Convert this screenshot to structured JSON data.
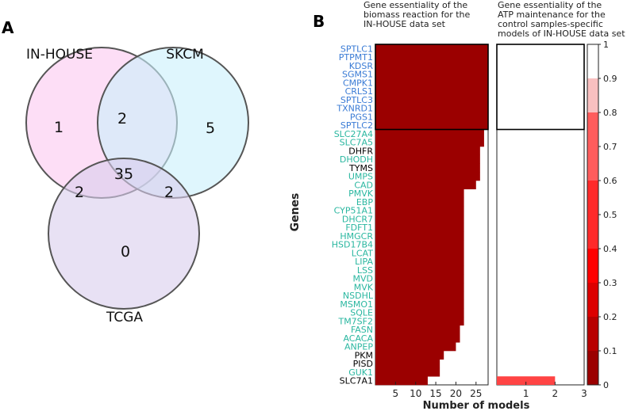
{
  "panels": {
    "a_label": "A",
    "b_label": "B"
  },
  "chart_data": [
    {
      "type": "venn",
      "sets": [
        {
          "name": "IN-HOUSE",
          "color": "#fbc8f0"
        },
        {
          "name": "SKCM",
          "color": "#c9f0fb"
        },
        {
          "name": "TCGA",
          "color": "#d8cdec"
        }
      ],
      "regions": {
        "in_house_only": "1",
        "skcm_only": "5",
        "tcga_only": "0",
        "in_house_skcm": "2",
        "in_house_tcga": "2",
        "skcm_tcga": "2",
        "all_three": "35"
      }
    },
    {
      "type": "bar",
      "orientation": "horizontal",
      "title": "Gene essentiality of the biomass reaction for the IN-HOUSE data set",
      "title_lines": [
        "Gene essentiality of the",
        "biomass reaction for the",
        "IN-HOUSE data set"
      ],
      "ylabel": "Genes",
      "xlabel": "Number of models",
      "xticks": [
        5,
        10,
        15,
        20,
        25
      ],
      "xlim": [
        0,
        28
      ],
      "bar_color": "#9b0000",
      "highlight_group": 9,
      "categories": [
        {
          "gene": "SPTLC1",
          "color": "#3a7bd5"
        },
        {
          "gene": "PTPMT1",
          "color": "#3a7bd5"
        },
        {
          "gene": "KDSR",
          "color": "#3a7bd5"
        },
        {
          "gene": "SGMS1",
          "color": "#3a7bd5"
        },
        {
          "gene": "CMPK1",
          "color": "#3a7bd5"
        },
        {
          "gene": "CRLS1",
          "color": "#3a7bd5"
        },
        {
          "gene": "SPTLC3",
          "color": "#3a7bd5"
        },
        {
          "gene": "TXNRD1",
          "color": "#3a7bd5"
        },
        {
          "gene": "PGS1",
          "color": "#3a7bd5"
        },
        {
          "gene": "SPTLC2",
          "color": "#3a7bd5"
        },
        {
          "gene": "SLC27A4",
          "color": "#2ab7a0"
        },
        {
          "gene": "SLC7A5",
          "color": "#2ab7a0"
        },
        {
          "gene": "DHFR",
          "color": "#000000"
        },
        {
          "gene": "DHODH",
          "color": "#2ab7a0"
        },
        {
          "gene": "TYMS",
          "color": "#000000"
        },
        {
          "gene": "UMPS",
          "color": "#2ab7a0"
        },
        {
          "gene": "CAD",
          "color": "#2ab7a0"
        },
        {
          "gene": "PMVK",
          "color": "#2ab7a0"
        },
        {
          "gene": "EBP",
          "color": "#2ab7a0"
        },
        {
          "gene": "CYP51A1",
          "color": "#2ab7a0"
        },
        {
          "gene": "DHCR7",
          "color": "#2ab7a0"
        },
        {
          "gene": "FDFT1",
          "color": "#2ab7a0"
        },
        {
          "gene": "HMGCR",
          "color": "#2ab7a0"
        },
        {
          "gene": "HSD17B4",
          "color": "#2ab7a0"
        },
        {
          "gene": "LCAT",
          "color": "#2ab7a0"
        },
        {
          "gene": "LIPA",
          "color": "#2ab7a0"
        },
        {
          "gene": "LSS",
          "color": "#2ab7a0"
        },
        {
          "gene": "MVD",
          "color": "#2ab7a0"
        },
        {
          "gene": "MVK",
          "color": "#2ab7a0"
        },
        {
          "gene": "NSDHL",
          "color": "#2ab7a0"
        },
        {
          "gene": "MSMO1",
          "color": "#2ab7a0"
        },
        {
          "gene": "SQLE",
          "color": "#2ab7a0"
        },
        {
          "gene": "TM7SF2",
          "color": "#2ab7a0"
        },
        {
          "gene": "FASN",
          "color": "#2ab7a0"
        },
        {
          "gene": "ACACA",
          "color": "#2ab7a0"
        },
        {
          "gene": "ANPEP",
          "color": "#2ab7a0"
        },
        {
          "gene": "PKM",
          "color": "#000000"
        },
        {
          "gene": "PISD",
          "color": "#000000"
        },
        {
          "gene": "GUK1",
          "color": "#2ab7a0"
        },
        {
          "gene": "SLC7A1",
          "color": "#000000"
        }
      ],
      "values": [
        28,
        28,
        28,
        28,
        28,
        28,
        28,
        28,
        28,
        28,
        27,
        27,
        26,
        26,
        26,
        26,
        25,
        22,
        22,
        22,
        22,
        22,
        22,
        22,
        22,
        22,
        22,
        22,
        22,
        22,
        22,
        22,
        22,
        21,
        21,
        20,
        17,
        16,
        16,
        13
      ]
    },
    {
      "type": "bar",
      "orientation": "horizontal",
      "title": "Gene essentiality of the ATP maintenance for the control samples-specific models of IN-HOUSE data set",
      "title_lines": [
        "Gene essentiality of the",
        "ATP maintenance for the",
        "control samples-specific",
        "models of IN-HOUSE data set"
      ],
      "xticks": [
        1,
        2,
        3
      ],
      "xlim": [
        0,
        3
      ],
      "bar_color": "#ff4444",
      "highlight_group": 9,
      "values": [
        0,
        0,
        0,
        0,
        0,
        0,
        0,
        0,
        0,
        0,
        0,
        0,
        0,
        0,
        0,
        0,
        0,
        0,
        0,
        0,
        0,
        0,
        0,
        0,
        0,
        0,
        0,
        0,
        0,
        0,
        0,
        0,
        0,
        0,
        0,
        0,
        0,
        0,
        0,
        2
      ]
    },
    {
      "type": "colorbar",
      "ticks": [
        "1",
        "0.9",
        "0.8",
        "0.7",
        "0.6",
        "0.5",
        "0.4",
        "0.3",
        "0.2",
        "0.1",
        "0"
      ],
      "colors": [
        "#ffffff",
        "#ffffff",
        "#f9c0c0",
        "#ff5c5c",
        "#ff5c5c",
        "#ff2a2a",
        "#ff2a2a",
        "#ff0000",
        "#dd0000",
        "#b80000",
        "#9b0000"
      ]
    }
  ]
}
